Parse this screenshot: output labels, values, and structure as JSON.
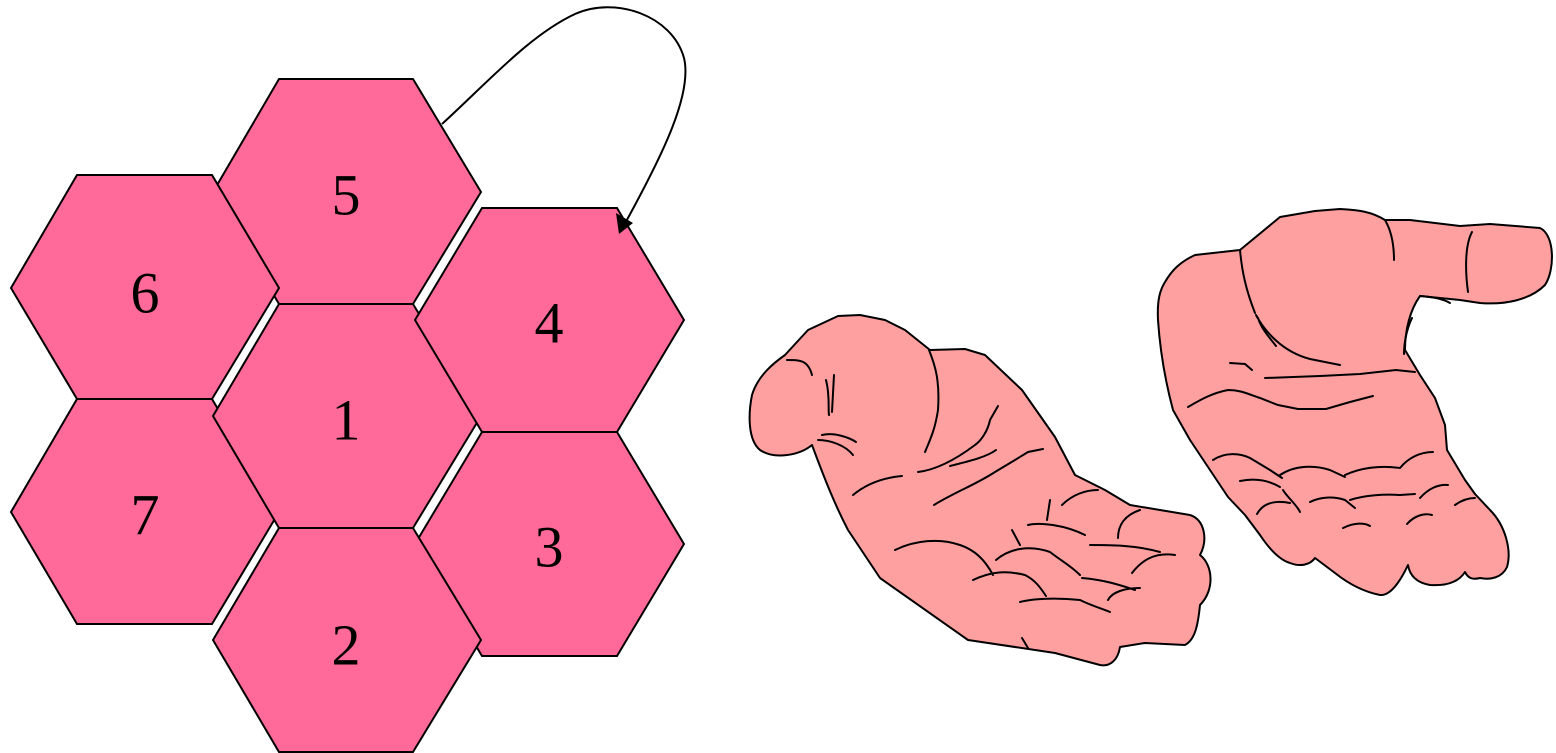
{
  "diagram": {
    "cells": [
      {
        "id": "cell-1",
        "label": "1"
      },
      {
        "id": "cell-2",
        "label": "2"
      },
      {
        "id": "cell-3",
        "label": "3"
      },
      {
        "id": "cell-4",
        "label": "4"
      },
      {
        "id": "cell-5",
        "label": "5"
      },
      {
        "id": "cell-6",
        "label": "6"
      },
      {
        "id": "cell-7",
        "label": "7"
      }
    ],
    "arrow": {
      "from": "5",
      "to": "4"
    },
    "illustration": {
      "subject": "two open hands"
    }
  },
  "colors": {
    "hex_fill": "#FF6A9B",
    "hand_fill": "#FFA0A0",
    "stroke": "#000000",
    "background": "#FFFFFF"
  }
}
